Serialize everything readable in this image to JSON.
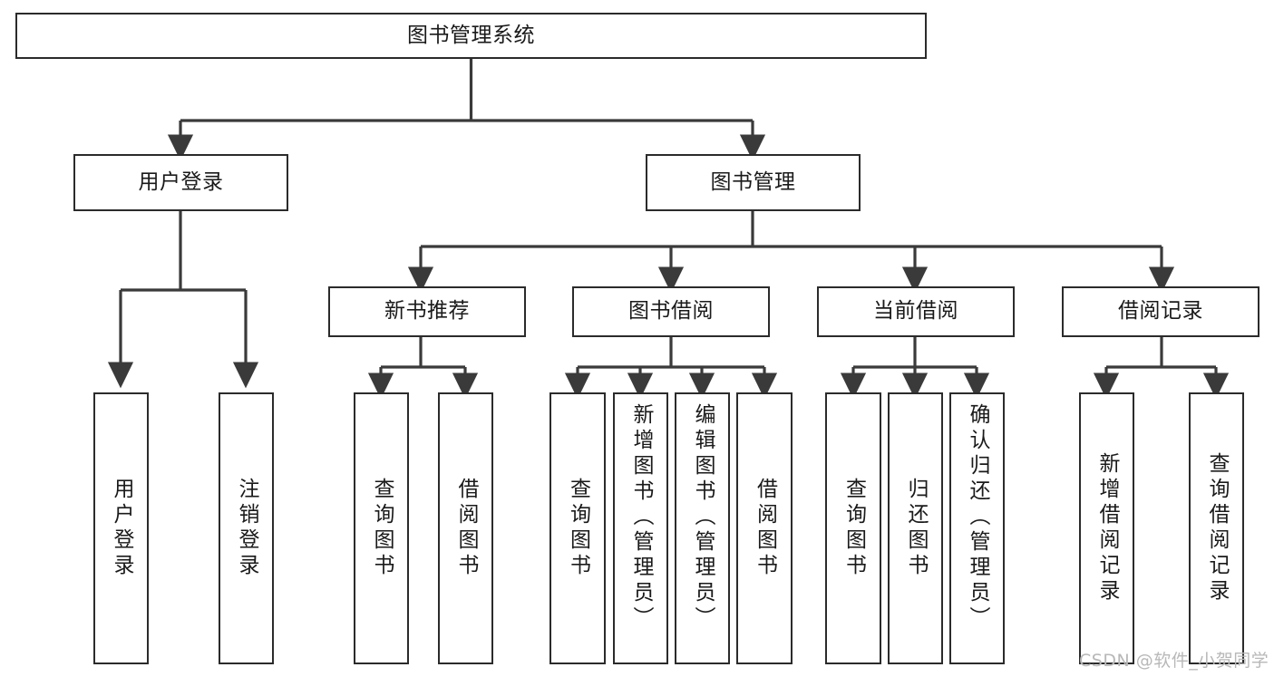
{
  "diagram": {
    "type": "tree-hierarchy",
    "title": "图书管理系统",
    "orientation": "top-down",
    "colors": {
      "box_border": "#2b2b2b",
      "box_fill": "#ffffff",
      "connector": "#3a3a3a",
      "text": "#1a1a1a",
      "watermark": "#b8b8b8"
    },
    "root": {
      "id": "root",
      "label": "图书管理系统",
      "text_direction": "horizontal"
    },
    "level2": [
      {
        "id": "user-login",
        "label": "用户登录",
        "text_direction": "horizontal"
      },
      {
        "id": "book-management",
        "label": "图书管理",
        "text_direction": "horizontal"
      }
    ],
    "level3": [
      {
        "id": "new-book-recommend",
        "label": "新书推荐",
        "parent": "book-management",
        "text_direction": "horizontal"
      },
      {
        "id": "book-borrow",
        "label": "图书借阅",
        "parent": "book-management",
        "text_direction": "horizontal"
      },
      {
        "id": "current-borrow",
        "label": "当前借阅",
        "parent": "book-management",
        "text_direction": "horizontal"
      },
      {
        "id": "borrow-record",
        "label": "借阅记录",
        "parent": "book-management",
        "text_direction": "horizontal"
      }
    ],
    "leaves": [
      {
        "id": "leaf-user-login",
        "label": "用户登录",
        "parent": "user-login",
        "text_direction": "vertical"
      },
      {
        "id": "leaf-logout",
        "label": "注销登录",
        "parent": "user-login",
        "text_direction": "vertical"
      },
      {
        "id": "leaf-query-book-1",
        "label": "查询图书",
        "parent": "new-book-recommend",
        "text_direction": "vertical"
      },
      {
        "id": "leaf-borrow-book-1",
        "label": "借阅图书",
        "parent": "new-book-recommend",
        "text_direction": "vertical"
      },
      {
        "id": "leaf-query-book-2",
        "label": "查询图书",
        "parent": "book-borrow",
        "text_direction": "vertical"
      },
      {
        "id": "leaf-add-book",
        "label": "新增图书（管理员）",
        "parent": "book-borrow",
        "text_direction": "vertical"
      },
      {
        "id": "leaf-edit-book",
        "label": "编辑图书（管理员）",
        "parent": "book-borrow",
        "text_direction": "vertical"
      },
      {
        "id": "leaf-borrow-book-2",
        "label": "借阅图书",
        "parent": "book-borrow",
        "text_direction": "vertical"
      },
      {
        "id": "leaf-query-book-3",
        "label": "查询图书",
        "parent": "current-borrow",
        "text_direction": "vertical"
      },
      {
        "id": "leaf-return-book",
        "label": "归还图书",
        "parent": "current-borrow",
        "text_direction": "vertical"
      },
      {
        "id": "leaf-confirm-return",
        "label": "确认归还（管理员）",
        "parent": "current-borrow",
        "text_direction": "vertical"
      },
      {
        "id": "leaf-add-record",
        "label": "新增借阅记录",
        "parent": "borrow-record",
        "text_direction": "vertical"
      },
      {
        "id": "leaf-query-record",
        "label": "查询借阅记录",
        "parent": "borrow-record",
        "text_direction": "vertical"
      }
    ],
    "watermark": "CSDN @软件_小贺同学"
  }
}
